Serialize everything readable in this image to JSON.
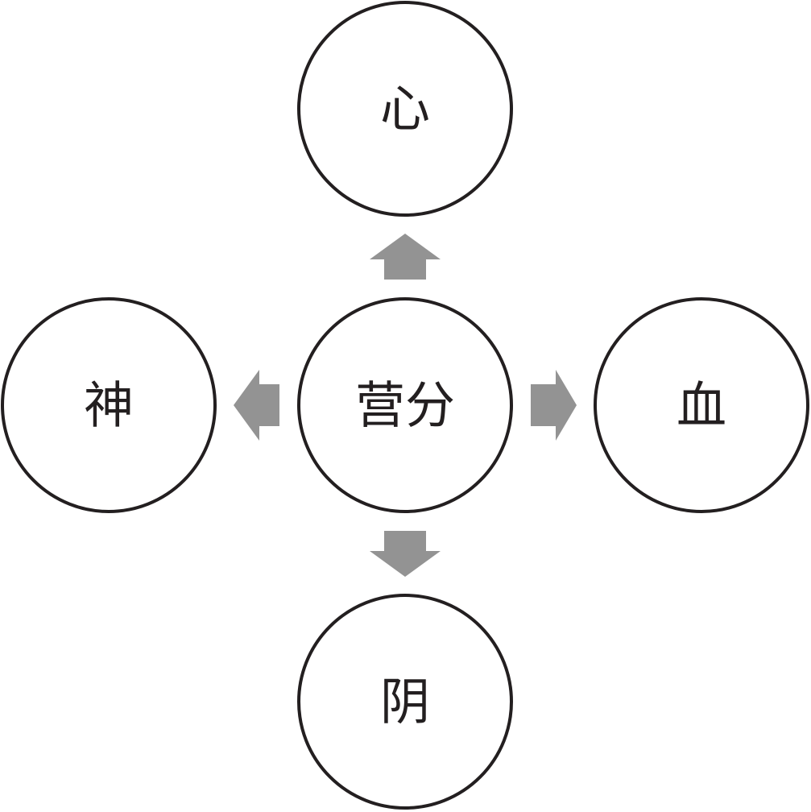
{
  "diagram": {
    "center": {
      "label": "营分"
    },
    "nodes": {
      "top": {
        "label": "心"
      },
      "left": {
        "label": "神"
      },
      "right": {
        "label": "血"
      },
      "bottom": {
        "label": "阴"
      }
    }
  },
  "colors": {
    "circle_stroke": "#231f20",
    "arrow_fill": "#939393",
    "text": "#231f20",
    "background": "#ffffff"
  }
}
